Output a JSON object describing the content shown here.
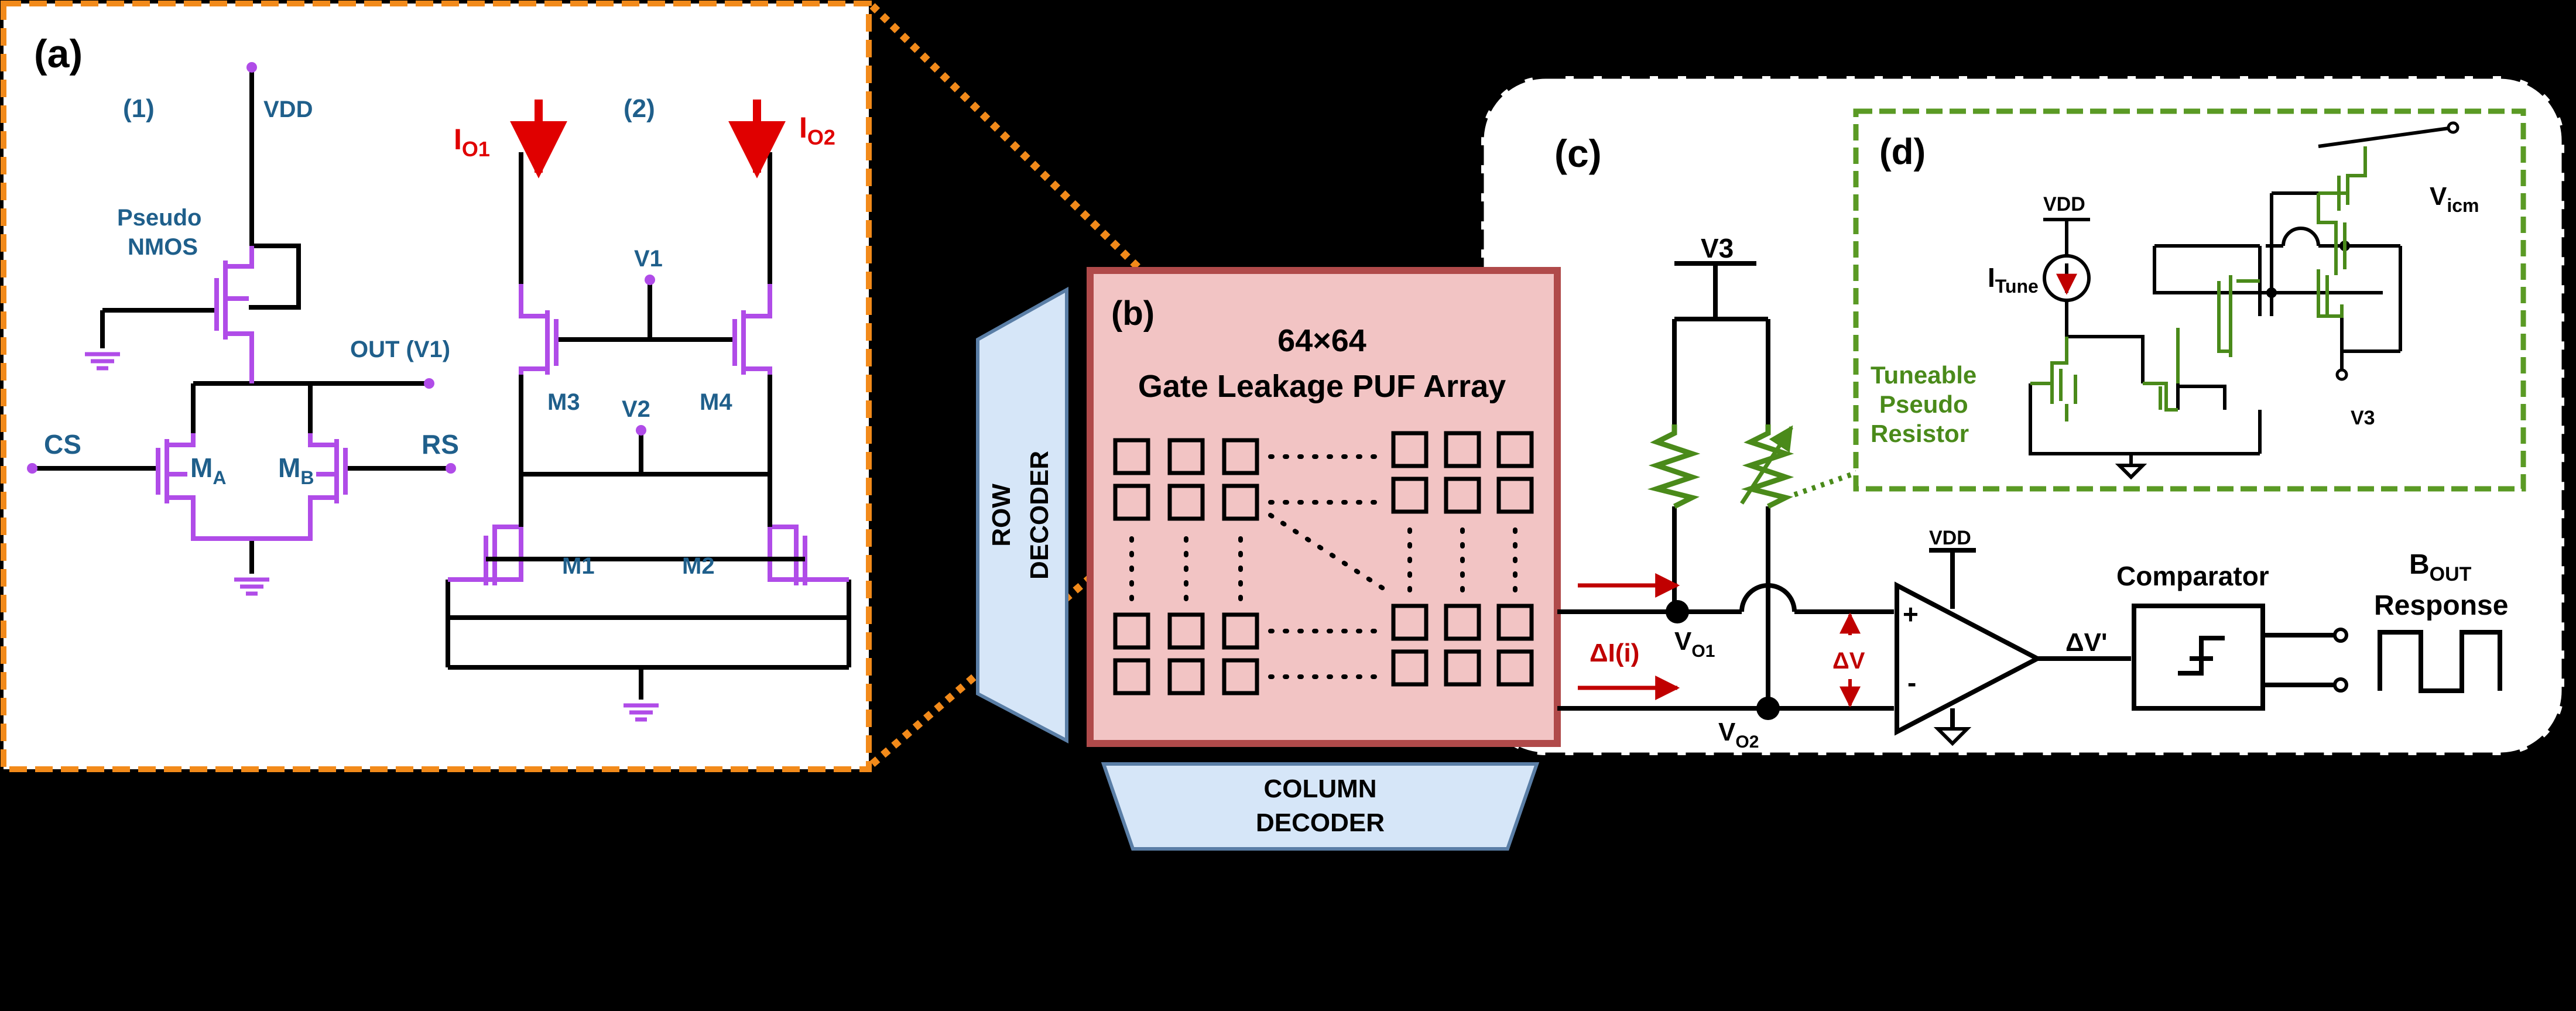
{
  "panel_a": {
    "tag": "(a)",
    "sub1": "(1)",
    "sub2": "(2)",
    "vdd": "VDD",
    "pseudo_line1": "Pseudo",
    "pseudo_line2": "NMOS",
    "out_v1": "OUT (V1)",
    "cs": "CS",
    "rs": "RS",
    "ma": "M",
    "ma_sub": "A",
    "mb": "M",
    "mb_sub": "B",
    "io1": "I",
    "io1_sub": "O1",
    "io2": "I",
    "io2_sub": "O2",
    "v1": "V1",
    "v2": "V2",
    "m1": "M1",
    "m2": "M2",
    "m3": "M3",
    "m4": "M4"
  },
  "panel_b": {
    "tag": "(b)",
    "title_line1": "64×64",
    "title_line2": "Gate Leakage PUF Array",
    "row_decoder_line1": "ROW",
    "row_decoder_line2": "DECODER",
    "col_decoder_line1": "COLUMN",
    "col_decoder_line2": "DECODER"
  },
  "panel_c": {
    "tag": "(c)",
    "v3": "V3",
    "vdd": "VDD",
    "delta_i": "ΔI(i)",
    "vo1": "V",
    "vo1_sub": "O1",
    "vo2": "V",
    "vo2_sub": "O2",
    "delta_v": "ΔV",
    "opamp_plus": "+",
    "opamp_minus": "-",
    "delta_v_prime": "ΔV'",
    "comparator": "Comparator",
    "bout": "B",
    "bout_sub": "OUT",
    "response": "Response"
  },
  "panel_d": {
    "tag": "(d)",
    "vdd": "VDD",
    "itune": "I",
    "itune_sub": "Tune",
    "vicm": "V",
    "vicm_sub": "icm",
    "v3": "V3",
    "tuneable_line1": "Tuneable",
    "tuneable_line2": "Pseudo",
    "tuneable_line3": "Resistor"
  },
  "colors": {
    "orange": "#f28a1a",
    "purple": "#b04ce8",
    "red": "#e00000",
    "blue_label": "#1f5f8b",
    "green": "#4a8a1a",
    "green_dash": "#5a9a24",
    "puf_fill": "#f2c4c4",
    "puf_border": "#b04a4a",
    "decoder_fill": "#d6e6f8",
    "decoder_border": "#5a7ea6"
  },
  "icons": [
    "ground-icon",
    "resistor-icon",
    "current-source-icon",
    "opamp-icon",
    "comparator-icon",
    "square-wave-icon",
    "arrow-icon"
  ]
}
